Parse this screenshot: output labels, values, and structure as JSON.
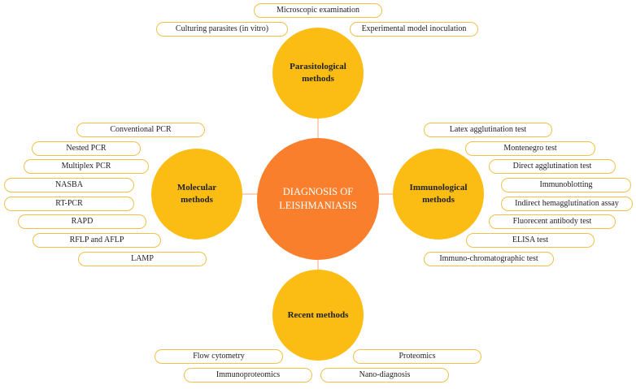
{
  "center": {
    "title": "DIAGNOSIS OF LEISHMANIASIS"
  },
  "categories": {
    "parasitological": {
      "title": "Parasitological methods",
      "items": [
        "Microscopic examination",
        "Culturing parasites (in vitro)",
        "Experimental model inoculation"
      ]
    },
    "molecular": {
      "title": "Molecular methods",
      "items": [
        "Conventional PCR",
        "Nested PCR",
        "Multiplex PCR",
        "NASBA",
        "RT-PCR",
        "RAPD",
        "RFLP and AFLP",
        "LAMP"
      ]
    },
    "immunological": {
      "title": "Immunological methods",
      "items": [
        "Latex agglutination test",
        "Montenegro test",
        "Direct agglutination test",
        "Immunoblotting",
        "Indirect hemagglutination assay",
        "Fluorecent antibody test",
        "ELISA test",
        "Immuno-chromatographic test"
      ]
    },
    "recent": {
      "title": "Recent methods",
      "items": [
        "Flow cytometry",
        "Proteomics",
        "Immunoproteomics",
        "Nano-diagnosis"
      ]
    }
  },
  "colors": {
    "center_fill": "#f97f2c",
    "category_fill": "#fbbd14",
    "pill_border": "#f0c04a",
    "connector": "#f3a774"
  }
}
